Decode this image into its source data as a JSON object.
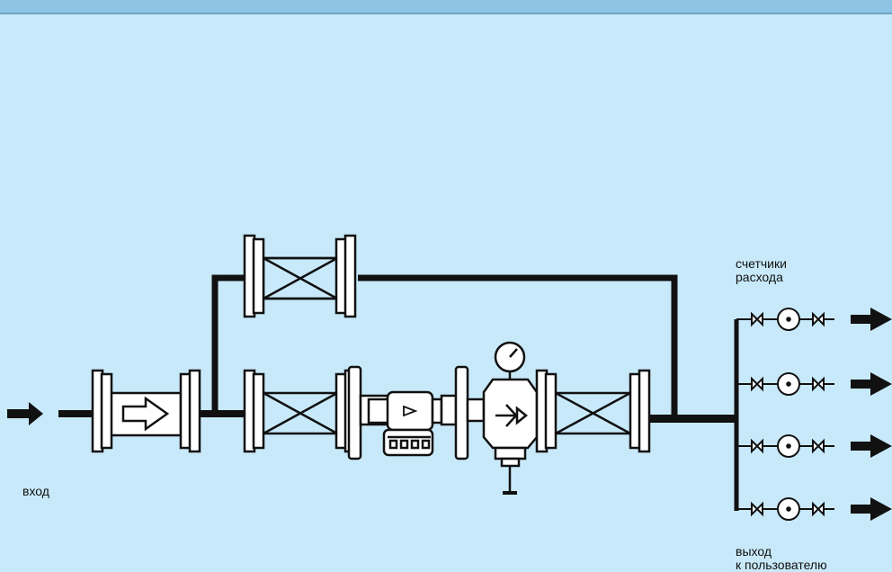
{
  "diagram": {
    "labels": {
      "inlet": "вход",
      "flow_meters_line1": "счетчики",
      "flow_meters_line2": "расхода",
      "outlet_line1": "выход",
      "outlet_line2": "к пользователю"
    },
    "icons": {
      "inlet": "arrow-right-icon",
      "strainer": "filter-arrow-icon",
      "valve": "gate-valve-icon",
      "regulator": "pressure-regulator-icon",
      "gauge": "pressure-gauge-icon",
      "meter": "flow-meter-icon",
      "outlet": "arrow-right-icon"
    },
    "branch_count": 4,
    "colors": {
      "background": "#c8e9f9",
      "header_band": "#8fc3e3",
      "line": "#111111",
      "fill": "#ffffff"
    }
  }
}
